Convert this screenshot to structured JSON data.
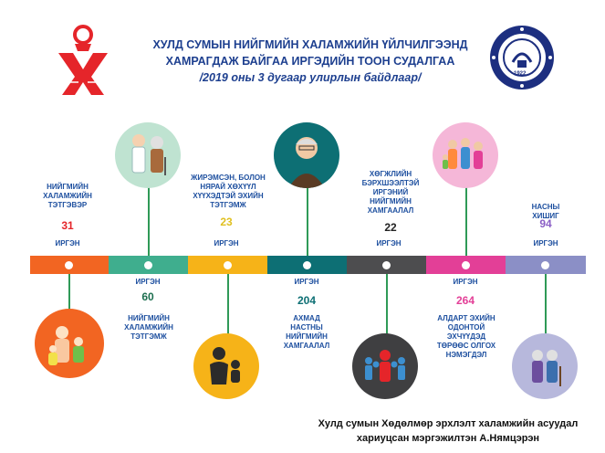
{
  "header": {
    "title_line1": "ХУЛД СУМЫН НИЙГМИЙН ХАЛАМЖИЙН ҮЙЛЧИЛГЭЭНД",
    "title_line2": "ХАМРАГДАЖ БАЙГАА ИРГЭДИЙН ТООН СУДАЛГАА",
    "subtitle": "/2019 оны 3 дугаар улирлын байдлаар/",
    "emblem_year": "1922"
  },
  "items": [
    {
      "label": "НИЙГМИЙН ХАЛАМЖИЙН ТЭТГЭВЭР",
      "value": "31",
      "unit": "ИРГЭН",
      "color": "#f26522"
    },
    {
      "label": "НИЙГМИЙН ХАЛАМЖИЙН ТЭТГЭМЖ",
      "value": "60",
      "unit": "ИРГЭН",
      "color": "#3fae8e"
    },
    {
      "label": "ЖИРЭМСЭН, БОЛОН НЯРАЙ ХӨХҮҮЛ ХҮҮХЭДТЭЙ ЭХИЙН ТЭТГЭМЖ",
      "value": "23",
      "unit": "ИРГЭН",
      "color": "#f6b318"
    },
    {
      "label": "АХМАД НАСТНЫ НИЙГМИЙН ХАМГААЛАЛ",
      "value": "204",
      "unit": "ИРГЭН",
      "color": "#0d6f74"
    },
    {
      "label": "ХӨГЖЛИЙН БЭРХШЭЭЛТЭЙ ИРГЭНИЙ НИЙГМИЙН ХАМГААЛАЛ",
      "value": "22",
      "unit": "ИРГЭН",
      "color": "#4d4d4f"
    },
    {
      "label": "АЛДАРТ ЭХИЙН ОДОНТОЙ ЭХЧҮҮДЭД ТӨРӨӨС ОЛГОХ НЭМЭГДЭЛ",
      "value": "264",
      "unit": "ИРГЭН",
      "color": "#e33f97"
    },
    {
      "label": "НАСНЫ ХИШИГ",
      "value": "94",
      "unit": "ИРГЭН",
      "color": "#8b8fc6"
    }
  ],
  "footer": {
    "line1": "Хулд сумын Хөдөлмөр эрхлэлт халамжийн асуудал",
    "line2": "хариуцсан мэргэжилтэн А.Нямцэрэн"
  },
  "icons": [
    "party-logo",
    "university-emblem",
    "family-icon",
    "medical-staff-icon",
    "mother-child-icon",
    "elderly-man-icon",
    "crowd-icon",
    "family-group-icon",
    "elderly-couple-icon"
  ]
}
